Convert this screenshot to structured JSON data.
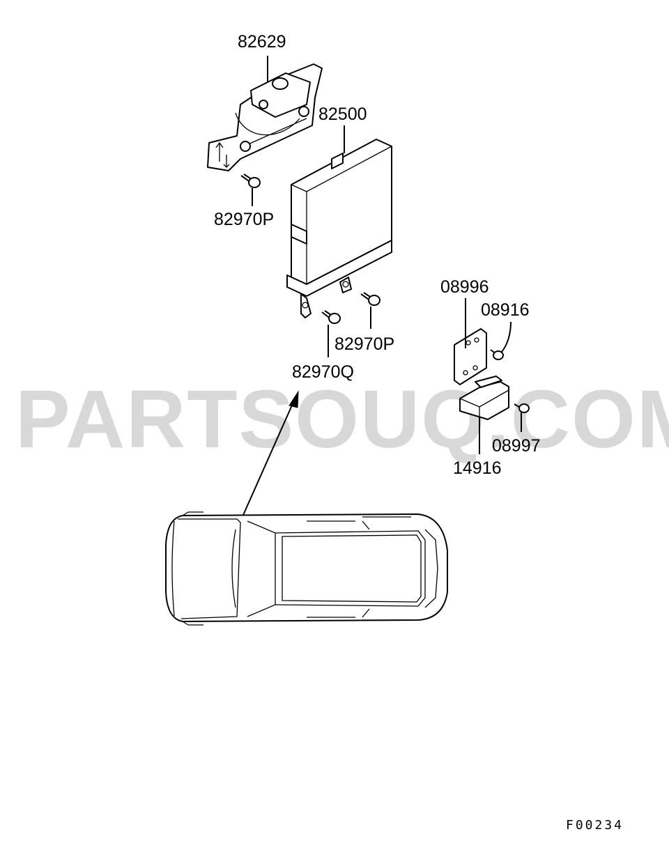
{
  "watermark": "PARTSOUQ.COM",
  "figure_ref": "F00234",
  "callouts": {
    "bracket": "82629",
    "ecu": "82500",
    "bolt_bracket": "82970P",
    "bolt_ecu_right": "82970P",
    "bolt_ecu_left": "82970Q",
    "relay_bracket": "08996",
    "relay_screw": "08916",
    "relay_bolt": "08997",
    "relay": "14916"
  },
  "colors": {
    "line": "#000000",
    "watermark": "#d8d8d8",
    "background": "#ffffff"
  }
}
